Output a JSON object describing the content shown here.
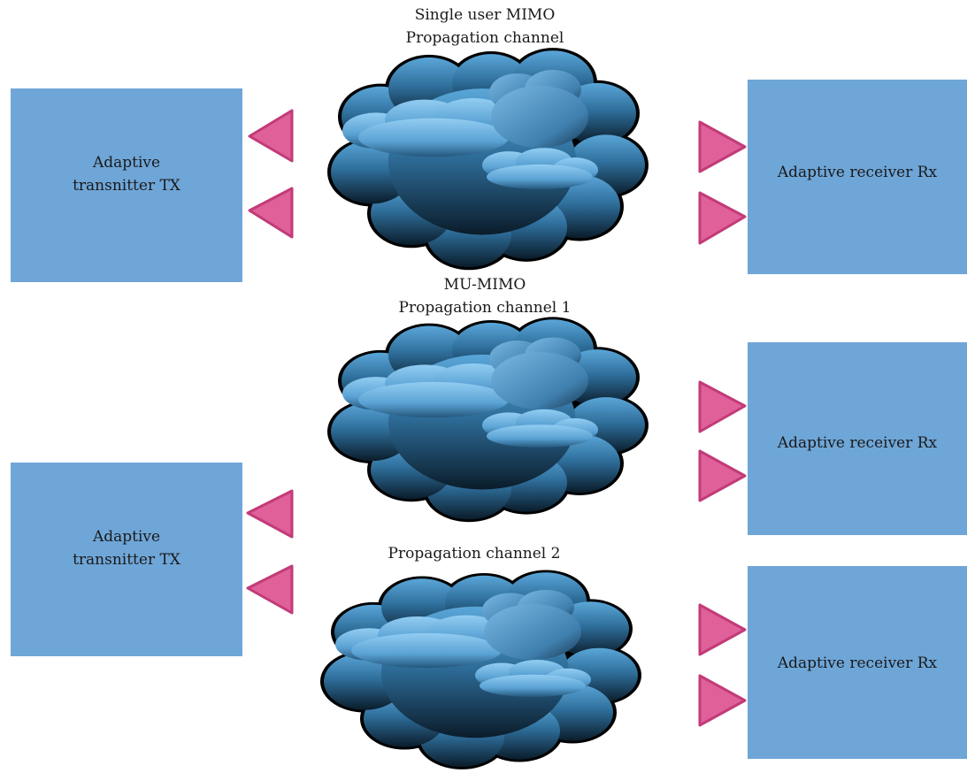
{
  "section_su": {
    "title_line1": "Single user MIMO",
    "title_line2": "Propagation channel",
    "tx_line1": "Adaptive",
    "tx_line2": "transnitter TX",
    "rx_label": "Adaptive receiver Rx"
  },
  "section_mu": {
    "title_line1": "MU-MIMO",
    "channel1_label": "Propagation channel 1",
    "channel2_label": "Propagation channel 2",
    "tx_line1": "Adaptive",
    "tx_line2": "transnitter TX",
    "rx1_label": "Adaptive receiver Rx",
    "rx2_label": "Adaptive receiver Rx"
  },
  "colors": {
    "box": "#6fa6d8",
    "antenna": "#e0609a",
    "cloud_light": "#8ec8ee",
    "cloud_dark": "#0d2233"
  }
}
